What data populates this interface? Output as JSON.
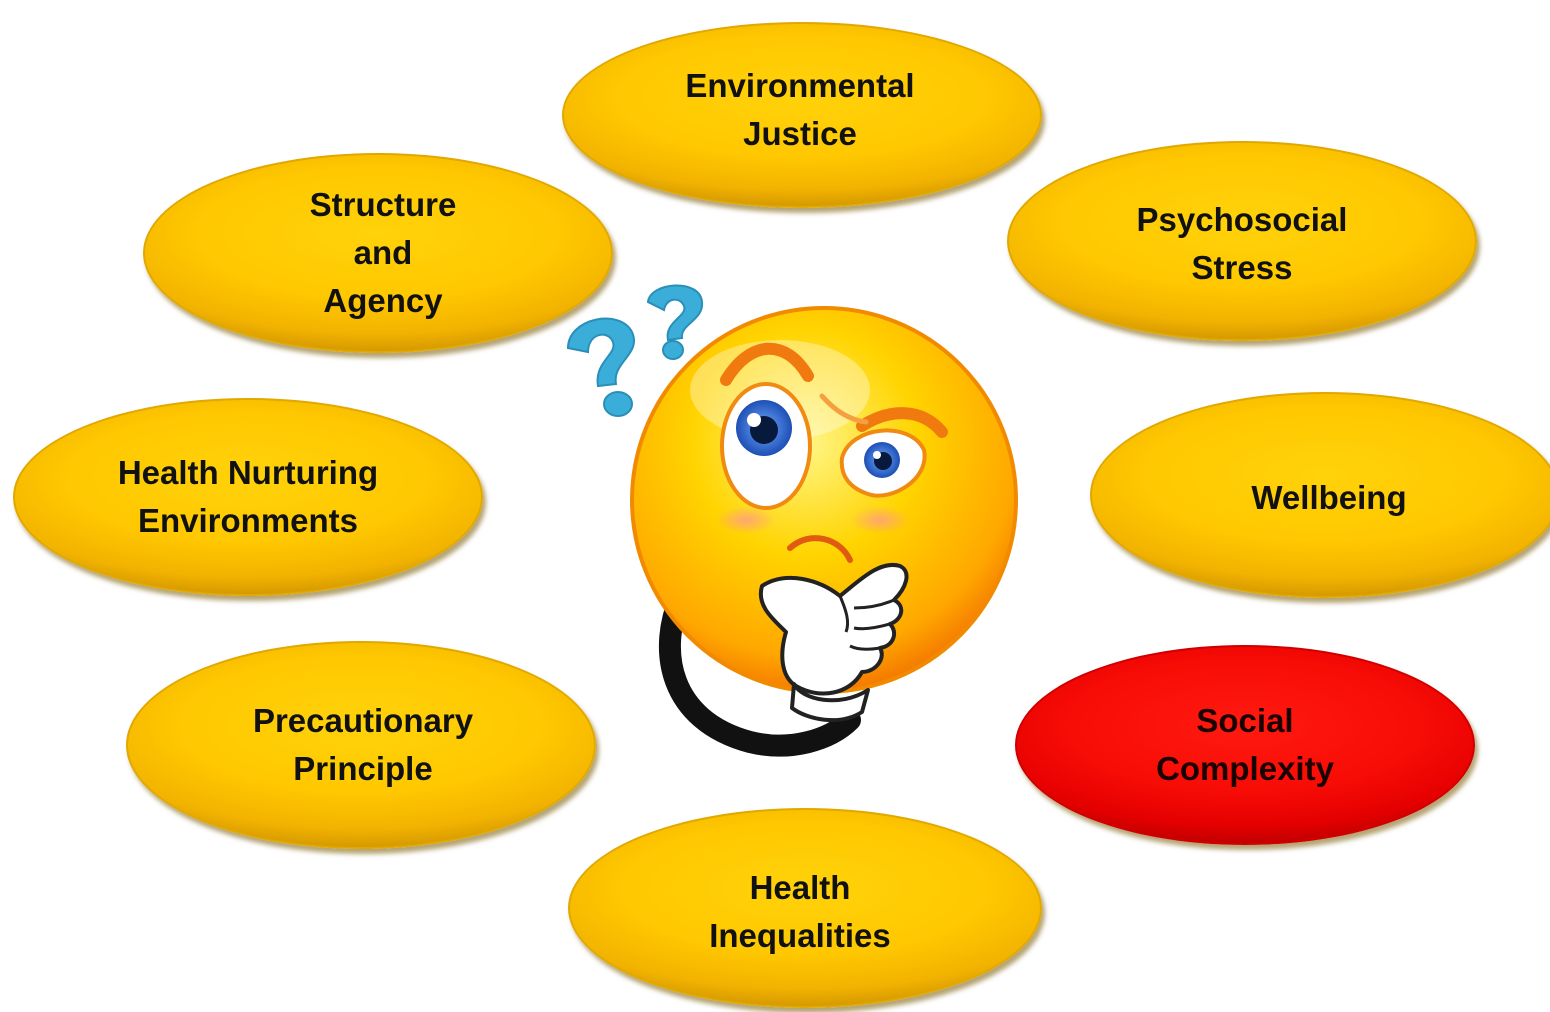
{
  "topics": [
    {
      "id": "environmental-justice",
      "label": "Environmental\nJustice",
      "color": "#ffc800"
    },
    {
      "id": "structure-and-agency",
      "label": "Structure\nand\nAgency",
      "color": "#ffc800"
    },
    {
      "id": "psychosocial-stress",
      "label": "Psychosocial\nStress",
      "color": "#ffc800"
    },
    {
      "id": "health-nurturing-environments",
      "label": "Health Nurturing\nEnvironments",
      "color": "#ffc800"
    },
    {
      "id": "wellbeing",
      "label": "Wellbeing",
      "color": "#ffc800"
    },
    {
      "id": "precautionary-principle",
      "label": "Precautionary\nPrinciple",
      "color": "#ffc800"
    },
    {
      "id": "social-complexity",
      "label": "Social\nComplexity",
      "color": "#ff0f08",
      "highlighted": true
    },
    {
      "id": "health-inequalities",
      "label": "Health\nInequalities",
      "color": "#ffc800"
    }
  ],
  "center_icon": "thinking-face-icon",
  "question_marks": "question-mark-icon"
}
